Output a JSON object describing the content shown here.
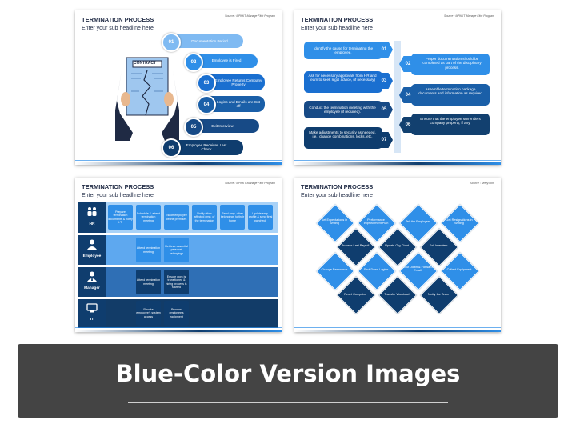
{
  "colors": {
    "dark": "#0f3d6e",
    "mid": "#1a5fa8",
    "light": "#2f8fe8",
    "banner": "#444444"
  },
  "slides": [
    {
      "title": "TERMINATION PROCESS",
      "subtitle": "Enter your sub headline here",
      "source": "Source : MPAKT Manage Flint Program",
      "contract": "CONTRACT",
      "steps": [
        {
          "num": "01",
          "text": "Documentation Period"
        },
        {
          "num": "02",
          "text": "Employee is Fired"
        },
        {
          "num": "03",
          "text": "Employee Returns Company Property"
        },
        {
          "num": "04",
          "text": "Logins and Emails are Cut off"
        },
        {
          "num": "05",
          "text": "Exit Interview"
        },
        {
          "num": "06",
          "text": "Employee Receives Last Check"
        }
      ]
    },
    {
      "title": "TERMINATION PROCESS",
      "subtitle": "Enter your sub headline here",
      "source": "Source : MPAKT Manage Flint Program",
      "steps": [
        {
          "num": "01",
          "text": "Identify the cause for terminating the employee."
        },
        {
          "num": "02",
          "text": "Proper documentation should be completed as part of the disciplinary process."
        },
        {
          "num": "03",
          "text": "Ask for necessary approvals from HR and team to seek legal advice, (if necessary)"
        },
        {
          "num": "04",
          "text": "Assemble termination package documents and information as required"
        },
        {
          "num": "05",
          "text": "Conduct the termination meeting with the employee (if required)."
        },
        {
          "num": "06",
          "text": "Ensure that the employee surrenders company property, if any."
        },
        {
          "num": "07",
          "text": "Make adjustments to security as needed, i.e., change combinations, locks, etc."
        }
      ]
    },
    {
      "title": "TERMINATION PROCESS",
      "subtitle": "Enter your sub headline here",
      "source": "Source : MPAKT Manage Flint Program",
      "lanes": [
        {
          "name": "HR",
          "boxes": [
            "Prepare termination documents & notify I.T.",
            "Schedule & attend termination meeting",
            "Escort employee off the premises",
            "Notify other affected emp. of the termination",
            "Send emp. other belongings to their home",
            "Update emp. profile & send final paycheck"
          ]
        },
        {
          "name": "Employee",
          "boxes": [
            "Attend termination meeting",
            "Retrieve essential personal belongings"
          ]
        },
        {
          "name": "Manager",
          "boxes": [
            "Attend termination meeting",
            "Ensure work is transitioned & hiring process is started"
          ]
        },
        {
          "name": "IT",
          "boxes": [
            "Revoke employee's system access",
            "Process employee's equipment"
          ]
        }
      ]
    },
    {
      "title": "TERMINATION PROCESS",
      "subtitle": "Enter your sub headline here",
      "source": "Source : seefy.com",
      "diamonds": [
        "Set Expectations in Writing",
        "Performance Improvement Plan",
        "Tell the Employee",
        "Get Resignations in Writing",
        "Process Last Payroll",
        "Update Org Chart",
        "Exit Interview",
        "Change Passwords",
        "Shut Down Logins",
        "Shut Down & Forward Email",
        "Collect Equipment",
        "Reset Computer",
        "Transfer Workload",
        "Notify the Team"
      ]
    }
  ],
  "banner": {
    "text": "Blue-Color Version Images"
  }
}
